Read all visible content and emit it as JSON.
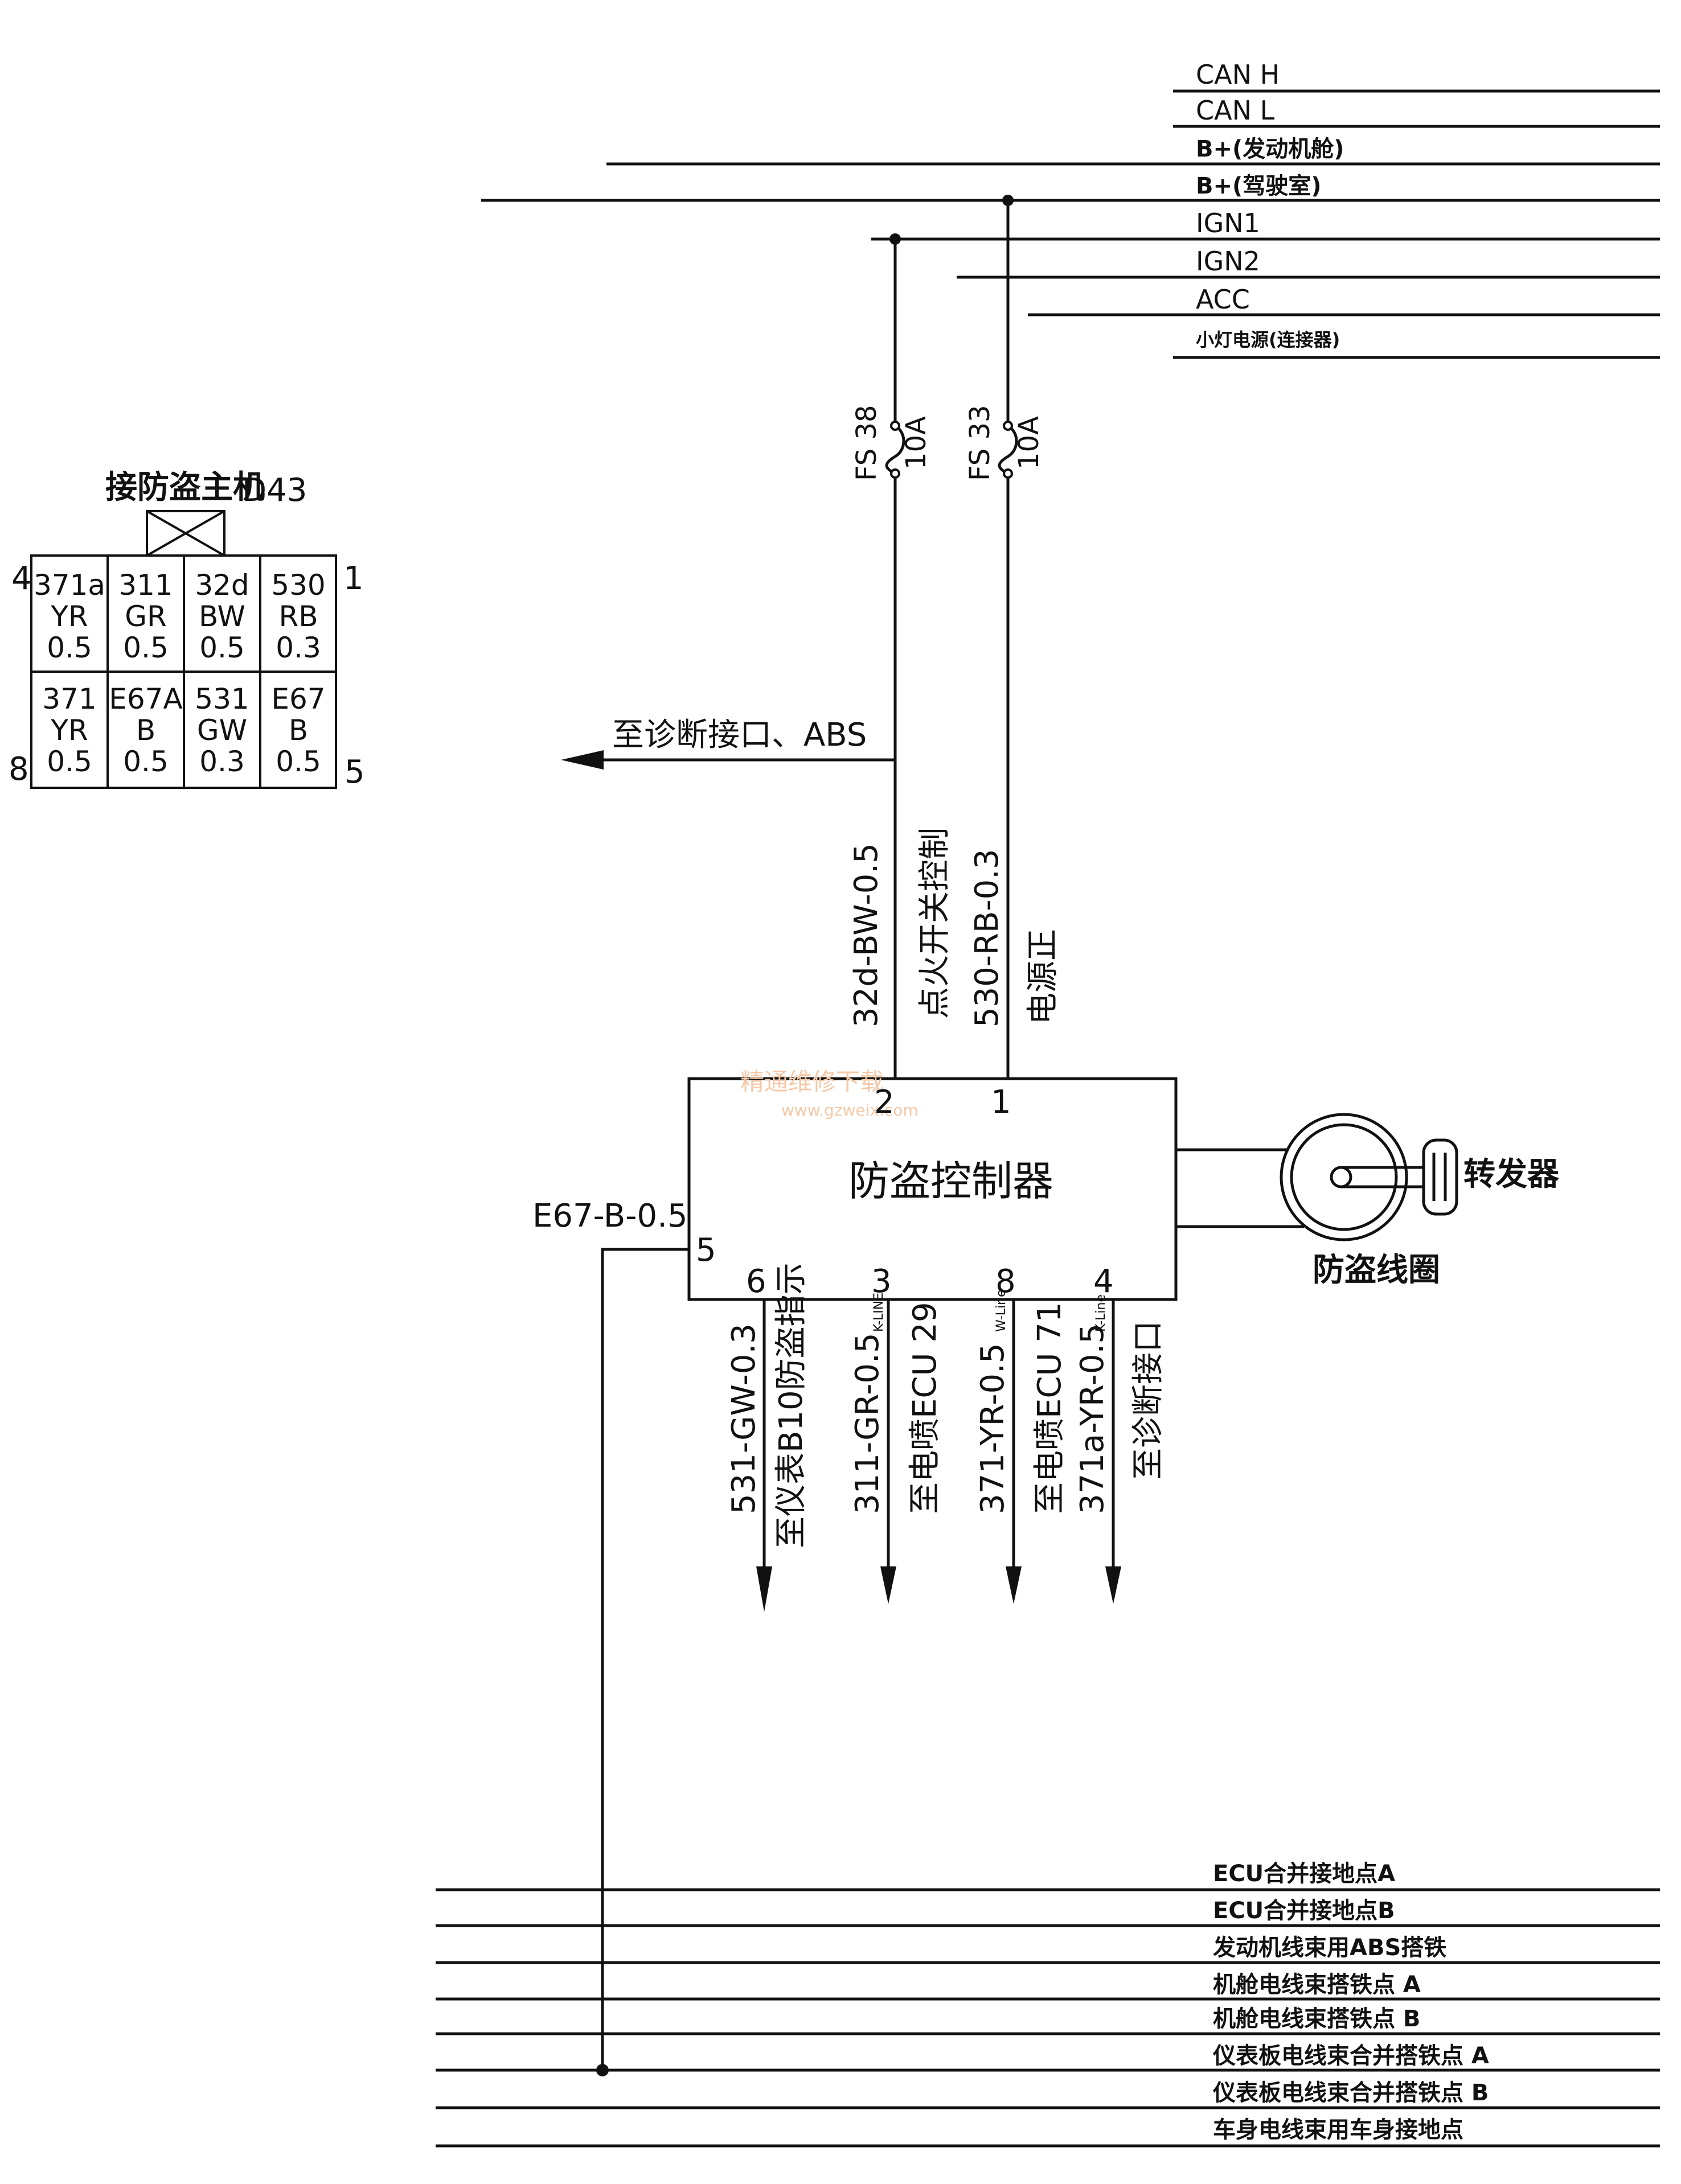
{
  "buses_top": [
    {
      "label": "CAN H"
    },
    {
      "label": "CAN L"
    },
    {
      "label": "B+(发动机舱)"
    },
    {
      "label": "B+(驾驶室)"
    },
    {
      "label": "IGN1"
    },
    {
      "label": "IGN2"
    },
    {
      "label": "ACC"
    },
    {
      "label": "小灯电源(连接器)"
    }
  ],
  "buses_bottom": [
    {
      "label": "ECU合并接地点A"
    },
    {
      "label": "ECU合并接地点B"
    },
    {
      "label": "发动机线束用ABS搭铁"
    },
    {
      "label": "机舱电线束搭铁点 A"
    },
    {
      "label": "机舱电线束搭铁点 B"
    },
    {
      "label": "仪表板电线束合并搭铁点 A"
    },
    {
      "label": "仪表板电线束合并搭铁点 B"
    },
    {
      "label": "车身电线束用车身接地点"
    }
  ],
  "fuses": [
    {
      "id": "FS 38",
      "rating": "10A"
    },
    {
      "id": "FS 33",
      "rating": "10A"
    }
  ],
  "connector": {
    "title": "接防盗主机",
    "code": "D43",
    "pin_tl": "4",
    "pin_tr": "1",
    "pin_bl": "8",
    "pin_br": "5",
    "rows": [
      [
        {
          "num": "371a",
          "color": "YR",
          "size": "0.5"
        },
        {
          "num": "311",
          "color": "GR",
          "size": "0.5"
        },
        {
          "num": "32d",
          "color": "BW",
          "size": "0.5"
        },
        {
          "num": "530",
          "color": "RB",
          "size": "0.3"
        }
      ],
      [
        {
          "num": "371",
          "color": "YR",
          "size": "0.5"
        },
        {
          "num": "E67A",
          "color": "B",
          "size": "0.5"
        },
        {
          "num": "531",
          "color": "GW",
          "size": "0.3"
        },
        {
          "num": "E67",
          "color": "B",
          "size": "0.5"
        }
      ]
    ]
  },
  "abs_label": "至诊断接口、ABS",
  "wire_32d": {
    "code": "32d-BW-0.5",
    "desc": "点火开关控制"
  },
  "wire_530": {
    "code": "530-RB-0.3",
    "desc": "电源正"
  },
  "controller": {
    "name": "防盗控制器",
    "pin_top_2": "2",
    "pin_top_1": "1",
    "pin_left": "5",
    "pins_bottom": [
      "6",
      "3",
      "8",
      "4"
    ]
  },
  "ground_wire_label": "E67-B-0.5",
  "outputs": [
    {
      "code": "531-GW-0.3",
      "desc": "至仪表B10防盗指示",
      "note": ""
    },
    {
      "code": "311-GR-0.5",
      "desc": "至电喷ECU 29",
      "note": "K-LINE"
    },
    {
      "code": "371-YR-0.5",
      "desc": "至电喷ECU 71",
      "note": "W-Line"
    },
    {
      "code": "371a-YR-0.5",
      "desc": "至诊断接口",
      "note": "K-Line"
    }
  ],
  "coil_label": "防盗线圈",
  "transponder_label": "转发器",
  "watermark": {
    "line1": "精通维修下载",
    "line2": "www.gzweix.com"
  }
}
